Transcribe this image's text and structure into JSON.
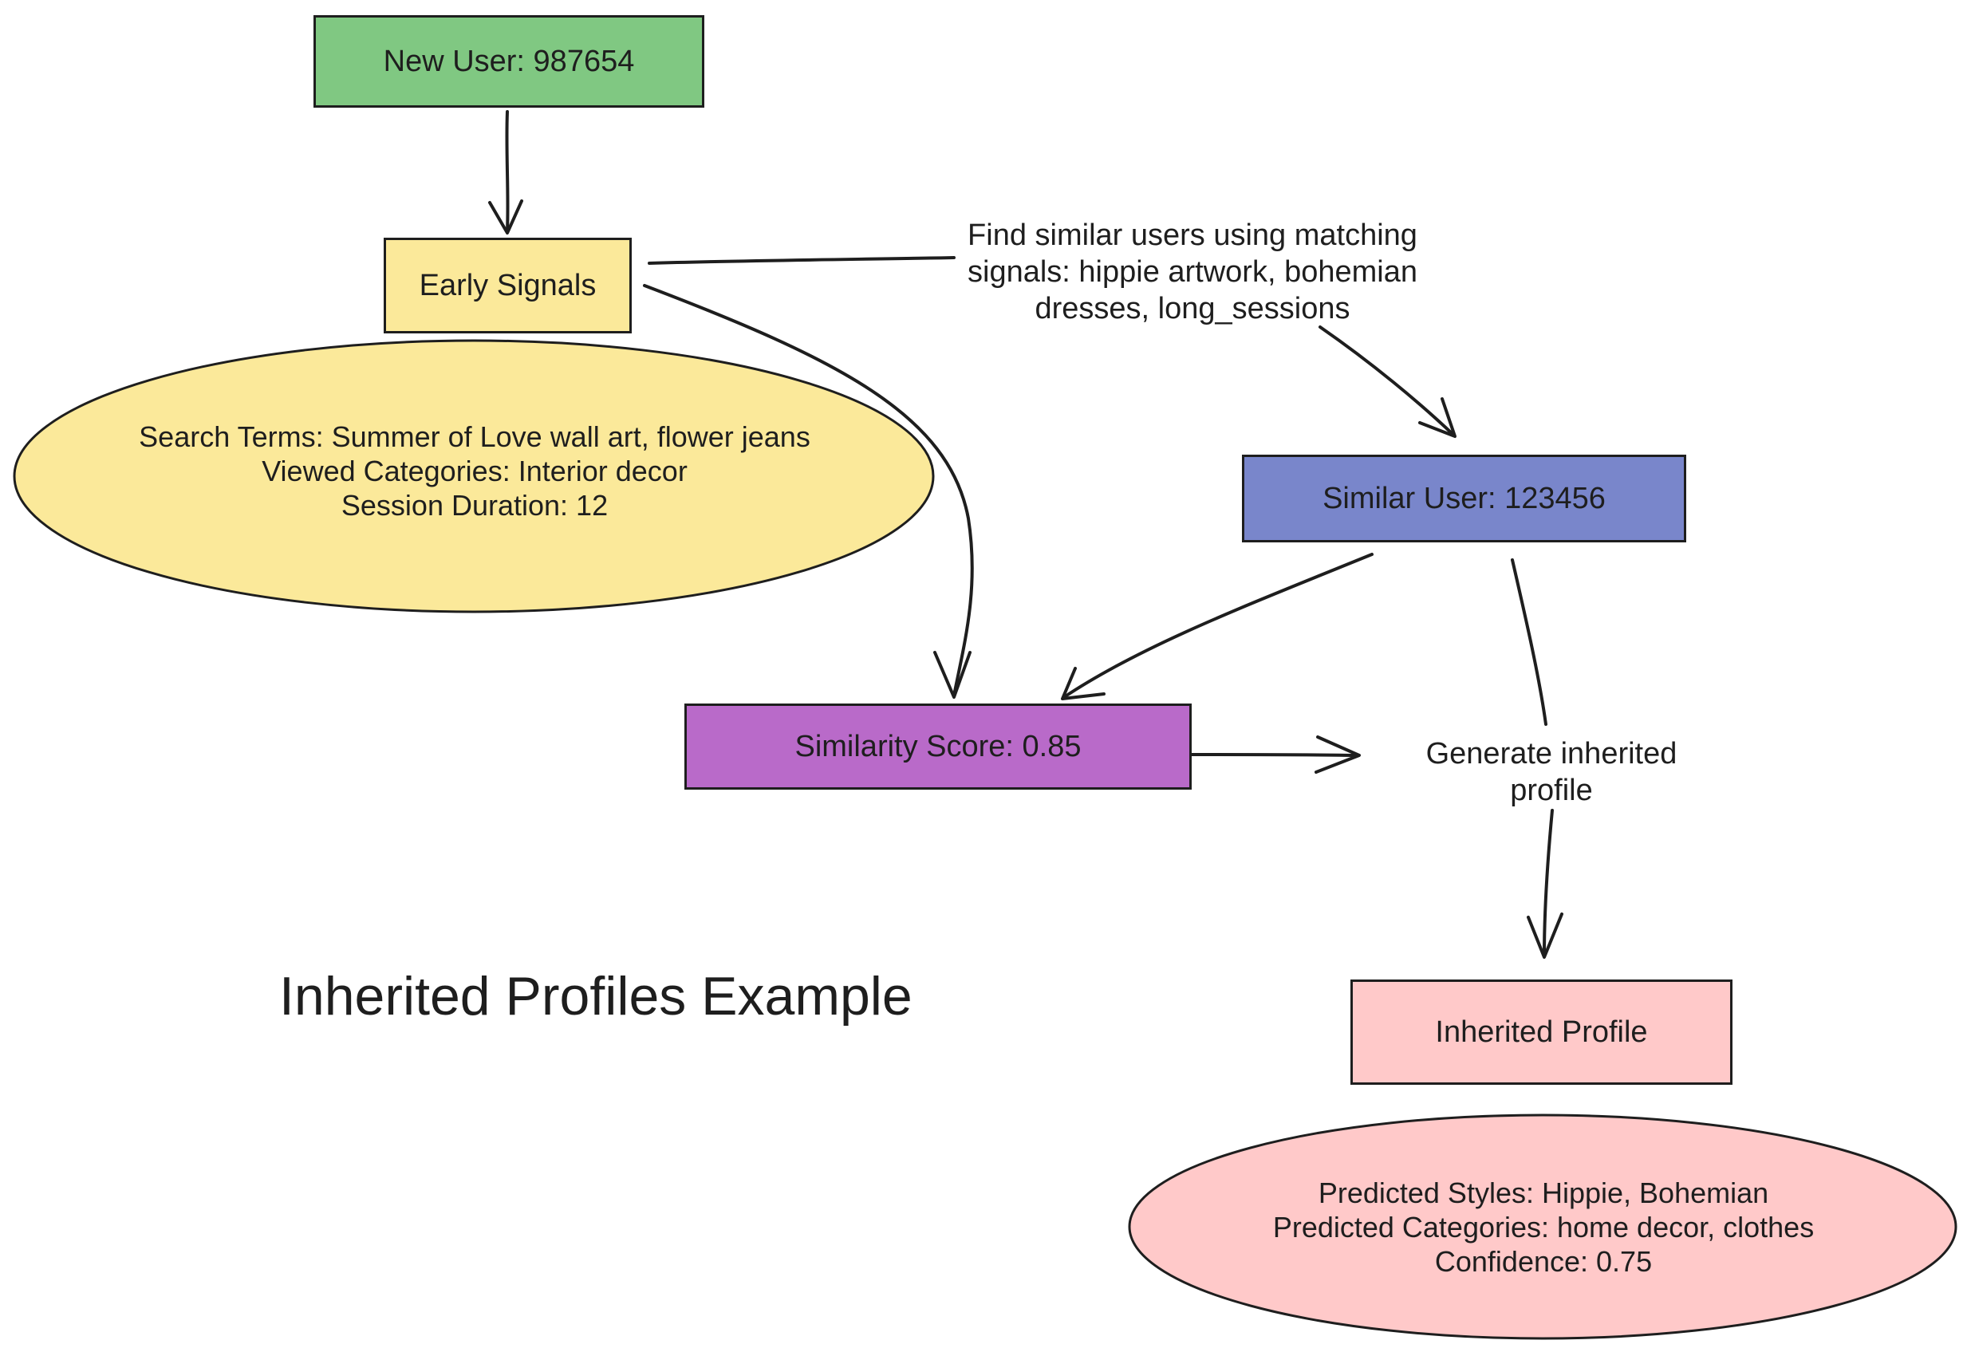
{
  "title": "Inherited Profiles Example",
  "nodes": {
    "new_user": {
      "label": "New User: 987654",
      "color": "#80c882"
    },
    "early_signals": {
      "label": "Early Signals",
      "color": "#fbe99a"
    },
    "similar_user": {
      "label": "Similar User: 123456",
      "color": "#7986cb"
    },
    "similarity_score": {
      "label": "Similarity Score: 0.85",
      "color": "#b96ac9"
    },
    "inherited_profile": {
      "label": "Inherited Profile",
      "color": "#ffc9c9"
    }
  },
  "signals_ellipse": {
    "color": "#fbe99a",
    "lines": [
      "Search Terms: Summer of Love wall art, flower jeans",
      "Viewed Categories: Interior decor",
      "Session Duration: 12"
    ]
  },
  "profile_ellipse": {
    "color": "#ffc9c9",
    "lines": [
      "Predicted Styles: Hippie, Bohemian",
      "Predicted Categories: home decor, clothes",
      "Confidence: 0.75"
    ]
  },
  "edge_labels": {
    "find_similar": [
      "Find similar users using matching",
      "signals: hippie artwork, bohemian",
      "dresses, long_sessions"
    ],
    "generate": [
      "Generate inherited",
      "profile"
    ]
  },
  "stroke_color": "#1e1e1e"
}
